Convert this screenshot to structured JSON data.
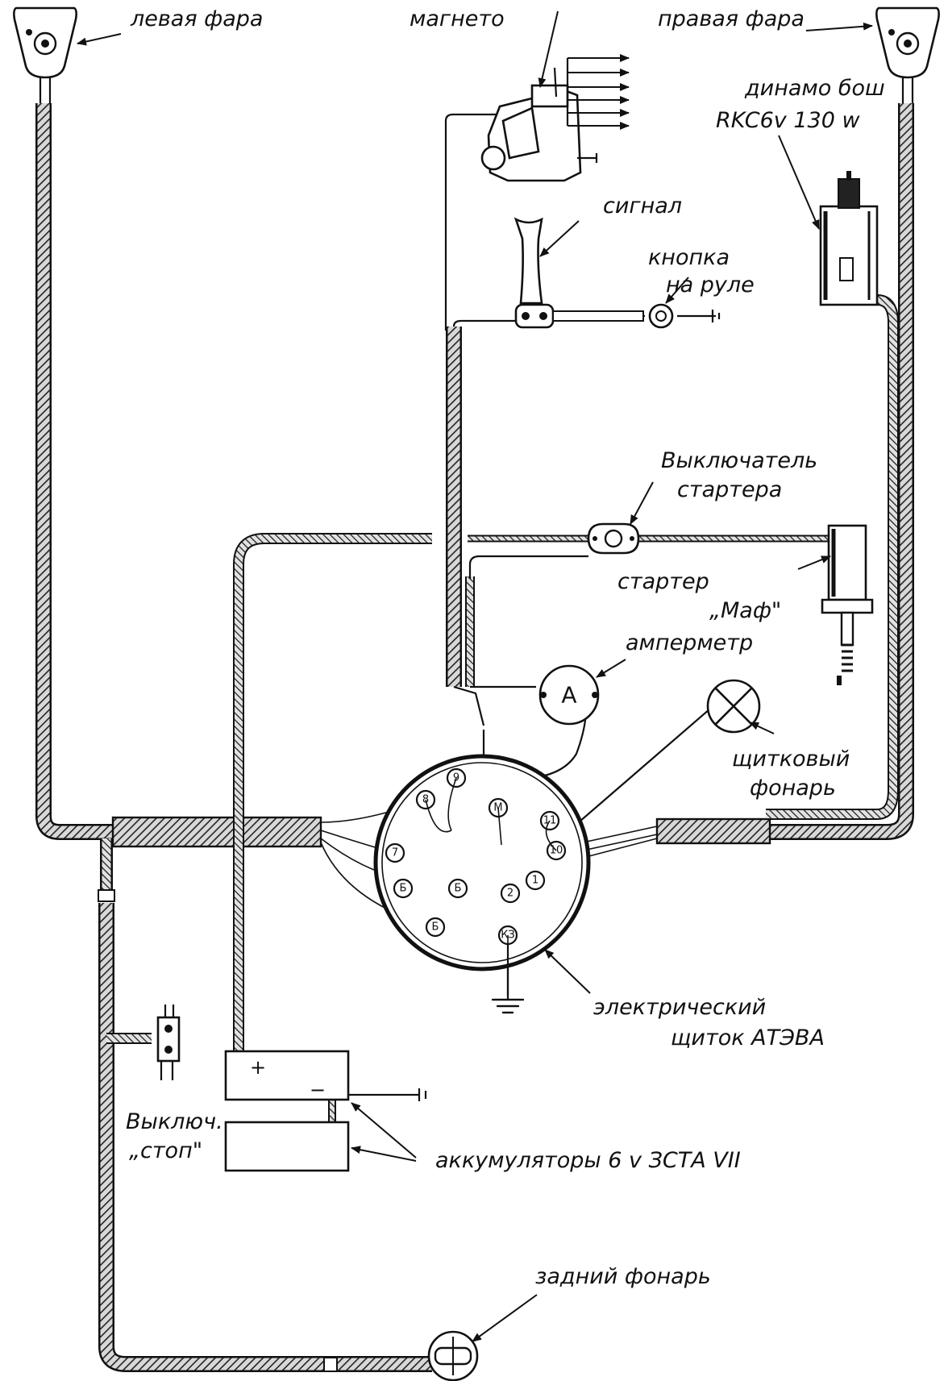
{
  "title": "",
  "labels": {
    "left_headlamp": "левая фара",
    "magneto": "магнето",
    "right_headlamp": "правая фара",
    "dynamo_line1": "динамо бош",
    "dynamo_line2": "RKC6v 130 w",
    "horn": "сигнал",
    "horn_button_line1": "кнопка",
    "horn_button_line2": "на руле",
    "starter_switch_line1": "Выключатель",
    "starter_switch_line2": "стартера",
    "starter_line1": "стартер",
    "starter_line2": "„Маф\"",
    "ammeter": "амперметр",
    "dash_lamp_line1": "щитковый",
    "dash_lamp_line2": "фонарь",
    "panel_line1": "электрический",
    "panel_line2": "щиток АТЭВА",
    "stop_switch_line1": "Выключ.",
    "stop_switch_line2": "„стоп\"",
    "batteries": "аккумуляторы 6 v ЗСТА VII",
    "tail_lamp": "задний фонарь"
  },
  "panel_terminals": [
    "8",
    "9",
    "М",
    "11",
    "7",
    "10",
    "Б",
    "Б",
    "2",
    "1",
    "Б",
    "КЗ"
  ],
  "ammeter_symbol": "A",
  "battery_signs": {
    "plus": "+",
    "minus": "−"
  },
  "icons": {
    "headlamp": "headlamp-icon",
    "magneto": "magneto-icon",
    "dynamo": "dynamo-icon",
    "horn": "horn-icon",
    "button": "horn-button-icon",
    "switch": "starter-switch-icon",
    "starter": "starter-motor-icon",
    "ammeter": "ammeter-icon",
    "lamp": "dash-lamp-icon",
    "panel": "electric-panel-icon",
    "battery": "battery-icon",
    "tail": "tail-lamp-icon",
    "ground": "ground-icon"
  },
  "colors": {
    "ink": "#111111",
    "paper": "#ffffff"
  }
}
